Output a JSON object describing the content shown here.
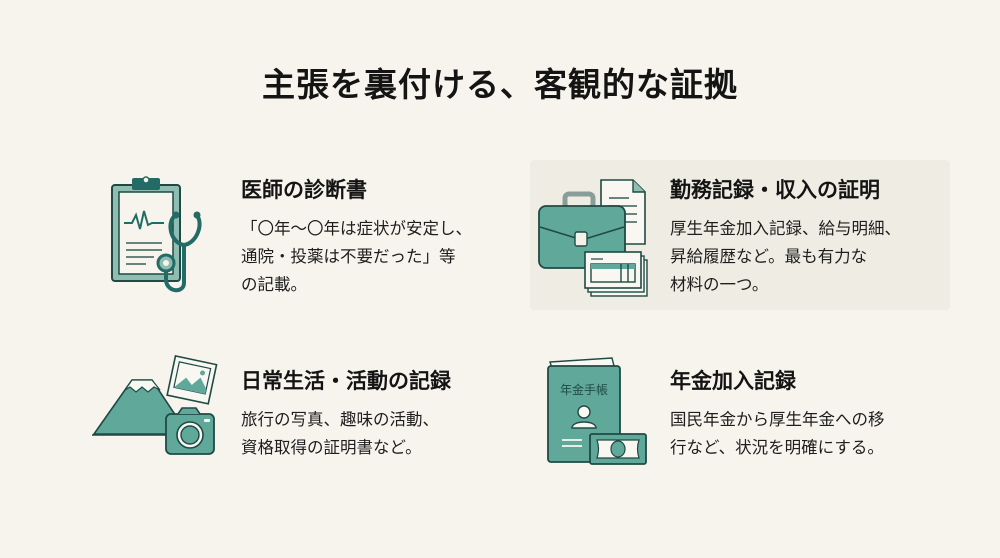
{
  "page": {
    "title": "主張を裏付ける、客観的な証拠"
  },
  "colors": {
    "background": "#f6f4ec",
    "panel": "#efede3",
    "teal_fill": "#5fa89a",
    "teal_light": "#8fbdb2",
    "teal_deep": "#236b66",
    "outline": "#1f4a44"
  },
  "cards": [
    {
      "icon": "clipboard-stethoscope-icon",
      "heading": "医師の診断書",
      "body": "「〇年〜〇年は症状が安定し、\n通院・投薬は不要だった」等\nの記載。"
    },
    {
      "icon": "briefcase-documents-icon",
      "heading": "勤務記録・収入の証明",
      "body": "厚生年金加入記録、給与明細、\n昇給履歴など。最も有力な\n材料の一つ。"
    },
    {
      "icon": "mountain-camera-photo-icon",
      "heading": "日常生活・活動の記録",
      "body": "旅行の写真、趣味の活動、\n資格取得の証明書など。"
    },
    {
      "icon": "pension-book-money-icon",
      "heading": "年金加入記録",
      "body": "国民年金から厚生年金への移\n行など、状況を明確にする。",
      "book_label": "年金手帳"
    }
  ]
}
